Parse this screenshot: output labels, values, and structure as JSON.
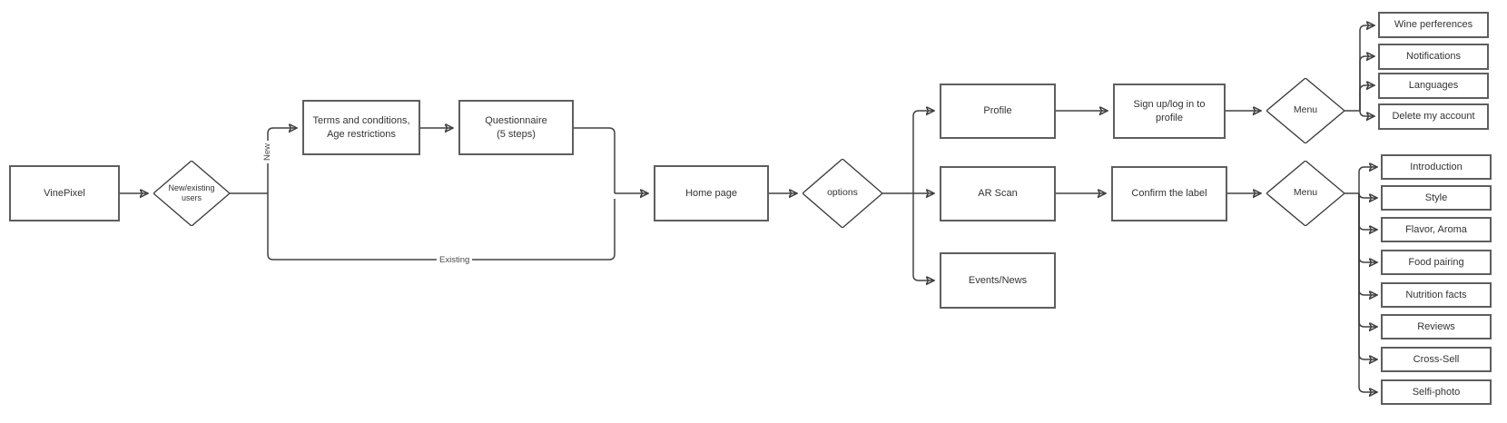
{
  "nodes": {
    "vinepixel": {
      "label": "VinePixel"
    },
    "new_existing_users": {
      "label": "New/existing\nusers"
    },
    "terms": {
      "label": "Terms and conditions,\nAge restrictions"
    },
    "questionnaire": {
      "label": "Questionnaire\n(5 steps)"
    },
    "home_page": {
      "label": "Home page"
    },
    "options": {
      "label": "options"
    },
    "profile": {
      "label": "Profile"
    },
    "ar_scan": {
      "label": "AR Scan"
    },
    "events_news": {
      "label": "Events/News"
    },
    "sign_up": {
      "label": "Sign up/log in to\nprofile"
    },
    "confirm_label": {
      "label": "Confirm the label"
    },
    "menu_profile": {
      "label": "Menu"
    },
    "menu_scan": {
      "label": "Menu"
    }
  },
  "edge_labels": {
    "new": "New",
    "existing": "Existing"
  },
  "profile_menu_items": [
    "Wine perferences",
    "Notifications",
    "Languages",
    "Delete my account"
  ],
  "scan_menu_items": [
    "Introduction",
    "Style",
    "Flavor, Aroma",
    "Food pairing",
    "Nutrition facts",
    "Reviews",
    "Cross-Sell",
    "Selfi-photo"
  ],
  "colors": {
    "background": "#ffffff",
    "box_border": "#5e5e5e",
    "connector": "#404040",
    "text": "#333333"
  }
}
